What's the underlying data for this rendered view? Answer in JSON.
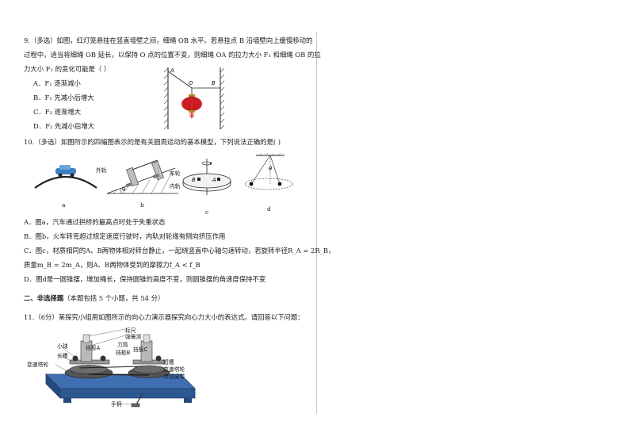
{
  "q9": {
    "line1": "9.（多选）如图，红灯笼悬挂在竖直墙壁之间，细绳 OB 水平。若悬挂点 B 沿墙壁向上缓慢移动的",
    "line2": "过程中，适当将细绳 OB 延长，以保持 O 点的位置不变，则细绳 OA 的拉力大小 F₁ 和细绳 OB 的拉",
    "line3": "力大小 F₂ 的变化可能是（     ）",
    "options": [
      "A．F₁ 逐渐减小",
      "B．F₁ 先减小后增大",
      "C．F₂ 逐渐增大",
      "D．F₂ 先减小后增大"
    ],
    "fig": {
      "a": "A",
      "o": "O",
      "b": "B"
    }
  },
  "q10": {
    "stem": "10.（多选）如图所示的四幅图表示的是有关圆周运动的基本模型，下列说法正确的是(     )",
    "captions": [
      "a",
      "b",
      "c",
      "d"
    ],
    "figb": {
      "outer": "外轨",
      "wheel": "车轮",
      "inner": "内轨",
      "theta": "θ"
    },
    "figc": {
      "b": "B",
      "a": "A"
    },
    "figd": {
      "theta": "θ"
    },
    "optA": "A．图a，汽车通过拱桥的最高点时处于失重状态",
    "optB": "B．图b，火车转弯超过规定速度行驶时，内轨对轮缘有侧向挤压作用",
    "optC1": "C．图c，材质相同的A、B两物体相对转台静止，一起绕竖直中心轴匀速转动，若旋转半径R_A = 2R_B，",
    "optC2": "质量m_B = 2m_A，则A、B两物体受到的摩擦力f_A < f_B",
    "optD": "D．图d是一圆锥摆，增加绳长，保持圆锥的高度不变，则圆锥摆的角速度保持不变"
  },
  "section2": {
    "title": "二、非选择题",
    "note": "（本题包括 5 个小题，共 54 分）"
  },
  "q11": {
    "stem": "11.（6分）某探究小组用如图所示的向心力演示器探究向心力大小的表达式。请回答以下问题：",
    "labels": {
      "biaochi": "标尺",
      "tanhuang": "弹簧测",
      "xiaoqiu": "小球",
      "dangbanA": "挡板A",
      "lichou": "力筒",
      "dangbanC": "挡板C",
      "dangbanB": "挡板B",
      "changcao": "长槽",
      "duancao": "短槽",
      "bianshuta_l": "变速塔轮",
      "bianshuta_r": "变速塔轮",
      "chuandong": "传动皮带",
      "shoubing": "手柄"
    }
  }
}
